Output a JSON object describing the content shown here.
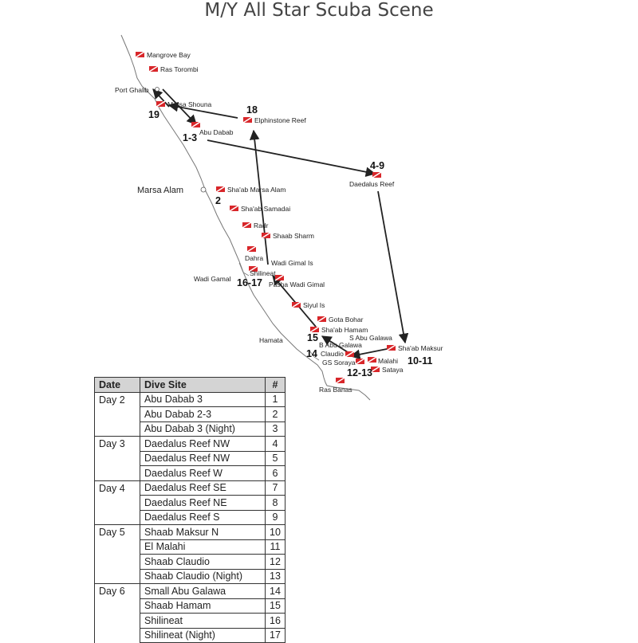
{
  "title": "M/Y All Star Scuba Scene",
  "map": {
    "sites": [
      {
        "label": "Mangrove Bay"
      },
      {
        "label": "Ras Torombi"
      },
      {
        "label": "Marsa Shouna"
      },
      {
        "label": "Abu Dabab"
      },
      {
        "label": "Elphinstone Reef"
      },
      {
        "label": "Daedalus Reef"
      },
      {
        "label": "Sha'ab Marsa Alam"
      },
      {
        "label": "Sha'ab Samadai"
      },
      {
        "label": "Radr"
      },
      {
        "label": "Shaab Sharm"
      },
      {
        "label": "Dahra"
      },
      {
        "label": "Wadi Gimal Is"
      },
      {
        "label": "Shilineat"
      },
      {
        "label": "Pasha Wadi Gimal"
      },
      {
        "label": "Siyul Is"
      },
      {
        "label": "Gota Bohar"
      },
      {
        "label": "Sha'ab Hamam"
      },
      {
        "label": "S Abu Galawa"
      },
      {
        "label": "B Abu Galawa"
      },
      {
        "label": "Claudio"
      },
      {
        "label": "GS Soraya"
      },
      {
        "label": "Malahi"
      },
      {
        "label": "Sataya"
      },
      {
        "label": "Sha'ab Maksur"
      },
      {
        "label": "Ras Banas"
      }
    ],
    "towns": [
      "Port Ghalib",
      "Marsa Alam",
      "Wadi Gamal",
      "Hamata"
    ],
    "route_numbers": [
      "19",
      "18",
      "1-3",
      "4-9",
      "2",
      "16-17",
      "15",
      "14",
      "10-11",
      "12-13"
    ]
  },
  "table": {
    "headers": [
      "Date",
      "Dive Site",
      "#"
    ],
    "rows": [
      {
        "date": "Day 2",
        "site": "Abu Dabab 3",
        "num": "1"
      },
      {
        "date": "",
        "site": "Abu Dabab 2-3",
        "num": "2"
      },
      {
        "date": "",
        "site": "Abu Dabab 3 (Night)",
        "num": "3"
      },
      {
        "date": "Day 3",
        "site": "Daedalus Reef NW",
        "num": "4"
      },
      {
        "date": "",
        "site": "Daedalus Reef NW",
        "num": "5"
      },
      {
        "date": "",
        "site": "Daedalus Reef W",
        "num": "6"
      },
      {
        "date": "Day 4",
        "site": "Daedalus Reef SE",
        "num": "7"
      },
      {
        "date": "",
        "site": "Daedalus Reef NE",
        "num": "8"
      },
      {
        "date": "",
        "site": "Daedalus Reef S",
        "num": "9"
      },
      {
        "date": "Day 5",
        "site": "Shaab Maksur N",
        "num": "10"
      },
      {
        "date": "",
        "site": "El Malahi",
        "num": "11"
      },
      {
        "date": "",
        "site": "Shaab Claudio",
        "num": "12"
      },
      {
        "date": "",
        "site": "Shaab Claudio (Night)",
        "num": "13"
      },
      {
        "date": "Day 6",
        "site": "Small Abu Galawa",
        "num": "14"
      },
      {
        "date": "",
        "site": "Shaab Hamam",
        "num": "15"
      },
      {
        "date": "",
        "site": "Shilineat",
        "num": "16"
      },
      {
        "date": "",
        "site": "Shilineat (Night)",
        "num": "17"
      }
    ]
  },
  "colors": {
    "flag_red": "#d8262a",
    "route": "#222222"
  }
}
